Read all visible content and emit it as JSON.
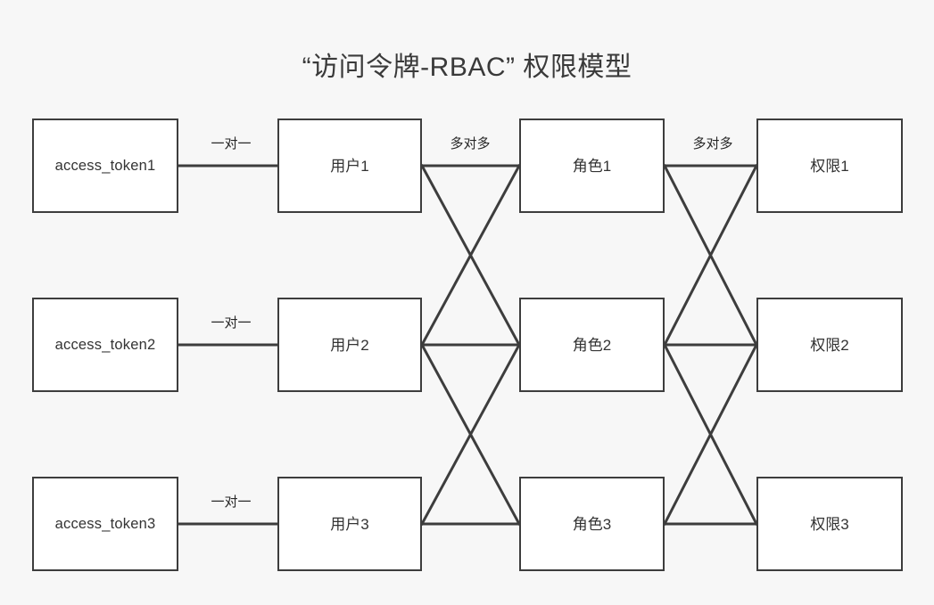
{
  "title": "“访问令牌-RBAC” 权限模型",
  "colors": {
    "background": "#f7f7f7",
    "box_fill": "#ffffff",
    "box_border": "#3d3d3d",
    "line": "#3d3d3d",
    "text": "#333333",
    "title_text": "#3a3a3a"
  },
  "columns": [
    {
      "key": "token",
      "name": "access_token"
    },
    {
      "key": "user",
      "name": "用户"
    },
    {
      "key": "role",
      "name": "角色"
    },
    {
      "key": "permission",
      "name": "权限"
    }
  ],
  "nodes": {
    "tokens": [
      {
        "label": "access_token1"
      },
      {
        "label": "access_token2"
      },
      {
        "label": "access_token3"
      }
    ],
    "users": [
      {
        "label": "用户1"
      },
      {
        "label": "用户2"
      },
      {
        "label": "用户3"
      }
    ],
    "roles": [
      {
        "label": "角色1"
      },
      {
        "label": "角色2"
      },
      {
        "label": "角色3"
      }
    ],
    "permissions": [
      {
        "label": "权限1"
      },
      {
        "label": "权限2"
      },
      {
        "label": "权限3"
      }
    ]
  },
  "edge_labels": {
    "token_user_1": "一对一",
    "token_user_2": "一对一",
    "token_user_3": "一对一",
    "user_role": "多对多",
    "role_permission": "多对多"
  },
  "relationships": [
    {
      "from": "access_token1",
      "to": "用户1",
      "cardinality": "一对一"
    },
    {
      "from": "access_token2",
      "to": "用户2",
      "cardinality": "一对一"
    },
    {
      "from": "access_token3",
      "to": "用户3",
      "cardinality": "一对一"
    },
    {
      "from": "用户1",
      "to": "角色1",
      "cardinality": "多对多"
    },
    {
      "from": "用户1",
      "to": "角色2",
      "cardinality": "多对多"
    },
    {
      "from": "用户2",
      "to": "角色1",
      "cardinality": "多对多"
    },
    {
      "from": "用户2",
      "to": "角色2",
      "cardinality": "多对多"
    },
    {
      "from": "用户2",
      "to": "角色3",
      "cardinality": "多对多"
    },
    {
      "from": "用户3",
      "to": "角色2",
      "cardinality": "多对多"
    },
    {
      "from": "用户3",
      "to": "角色3",
      "cardinality": "多对多"
    },
    {
      "from": "角色1",
      "to": "权限1",
      "cardinality": "多对多"
    },
    {
      "from": "角色1",
      "to": "权限2",
      "cardinality": "多对多"
    },
    {
      "from": "角色2",
      "to": "权限1",
      "cardinality": "多对多"
    },
    {
      "from": "角色2",
      "to": "权限2",
      "cardinality": "多对多"
    },
    {
      "from": "角色2",
      "to": "权限3",
      "cardinality": "多对多"
    },
    {
      "from": "角色3",
      "to": "权限2",
      "cardinality": "多对多"
    },
    {
      "from": "角色3",
      "to": "权限3",
      "cardinality": "多对多"
    }
  ]
}
